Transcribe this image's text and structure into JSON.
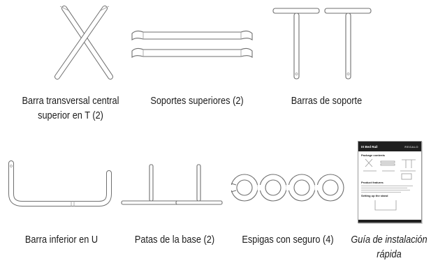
{
  "parts": [
    {
      "name": "crossbar",
      "caption_lines": [
        "Barra transversal central",
        "superior en T (2)"
      ],
      "icon": "x-crossbar-illustration"
    },
    {
      "name": "top-supports",
      "caption_lines": [
        "Soportes superiores (2)"
      ],
      "icon": "curved-bars-illustration"
    },
    {
      "name": "support-bars",
      "caption_lines": [
        "Barras de soporte"
      ],
      "icon": "t-bars-illustration"
    },
    {
      "name": "u-bar",
      "caption_lines": [
        "Barra inferior en U"
      ],
      "icon": "u-bar-illustration"
    },
    {
      "name": "base-legs",
      "caption_lines": [
        "Patas de la base (2)"
      ],
      "icon": "base-legs-illustration"
    },
    {
      "name": "lock-pins",
      "caption_lines": [
        "Espigas con seguro (4)"
      ],
      "icon": "lock-pins-illustration"
    },
    {
      "name": "quick-guide",
      "caption_lines": [
        "Guía de instalación",
        "rápida"
      ],
      "icon": "quick-guide-document"
    }
  ],
  "guide": {
    "title": "IX Bed Rail",
    "brand": "REGALO",
    "contents_heading": "Package contents",
    "features_heading": "Product features",
    "setting_heading": "Setting up the stand"
  }
}
